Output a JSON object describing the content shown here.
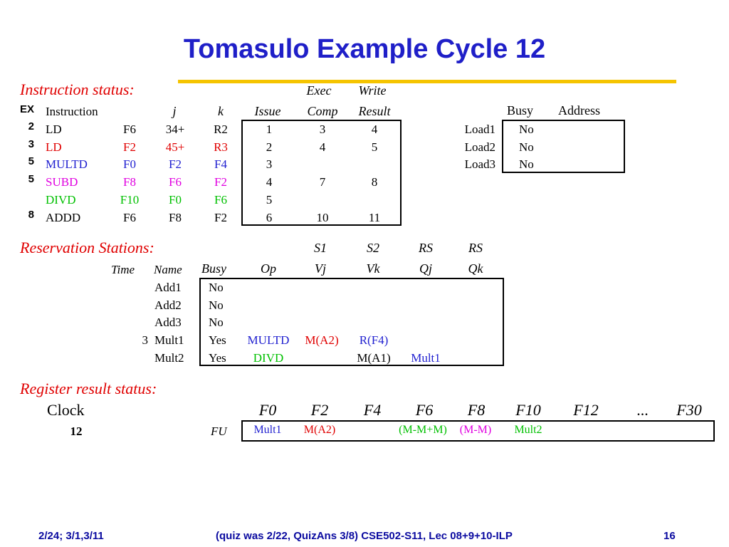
{
  "title": "Tomasulo Example Cycle 12",
  "instruction_status": {
    "label": "Instruction status:",
    "exec_label": "Exec",
    "write_label": "Write",
    "ex_label": "EX",
    "headers": {
      "instruction": "Instruction",
      "j": "j",
      "k": "k",
      "issue": "Issue",
      "comp": "Comp",
      "result": "Result"
    },
    "rows": [
      {
        "ex": "2",
        "op": "LD",
        "dest": "F6",
        "j": "34+",
        "k": "R2",
        "issue": "1",
        "comp": "3",
        "result": "4",
        "color": "#000000"
      },
      {
        "ex": "3",
        "op": "LD",
        "dest": "F2",
        "j": "45+",
        "k": "R3",
        "issue": "2",
        "comp": "4",
        "result": "5",
        "color": "#e00000"
      },
      {
        "ex": "5",
        "op": "MULTD",
        "dest": "F0",
        "j": "F2",
        "k": "F4",
        "issue": "3",
        "comp": "",
        "result": "",
        "color": "#1f1fd0"
      },
      {
        "ex": "5",
        "op": "SUBD",
        "dest": "F8",
        "j": "F6",
        "k": "F2",
        "issue": "4",
        "comp": "7",
        "result": "8",
        "color": "#e000e0"
      },
      {
        "ex": "",
        "op": "DIVD",
        "dest": "F10",
        "j": "F0",
        "k": "F6",
        "issue": "5",
        "comp": "",
        "result": "",
        "color": "#00c000"
      },
      {
        "ex": "8",
        "op": "ADDD",
        "dest": "F6",
        "j": "F8",
        "k": "F2",
        "issue": "6",
        "comp": "10",
        "result": "11",
        "color": "#000000"
      }
    ]
  },
  "load_buffers": {
    "headers": {
      "busy": "Busy",
      "address": "Address"
    },
    "rows": [
      {
        "name": "Load1",
        "busy": "No",
        "address": ""
      },
      {
        "name": "Load2",
        "busy": "No",
        "address": ""
      },
      {
        "name": "Load3",
        "busy": "No",
        "address": ""
      }
    ]
  },
  "reservation_stations": {
    "label": "Reservation Stations:",
    "top_headers": {
      "s1": "S1",
      "s2": "S2",
      "rs1": "RS",
      "rs2": "RS"
    },
    "headers": {
      "time": "Time",
      "name": "Name",
      "busy": "Busy",
      "op": "Op",
      "vj": "Vj",
      "vk": "Vk",
      "qj": "Qj",
      "qk": "Qk"
    },
    "rows": [
      {
        "time": "",
        "name": "Add1",
        "busy": "No",
        "op": "",
        "vj": "",
        "vk": "",
        "qj": "",
        "qk": ""
      },
      {
        "time": "",
        "name": "Add2",
        "busy": "No",
        "op": "",
        "vj": "",
        "vk": "",
        "qj": "",
        "qk": ""
      },
      {
        "time": "",
        "name": "Add3",
        "busy": "No",
        "op": "",
        "vj": "",
        "vk": "",
        "qj": "",
        "qk": ""
      },
      {
        "time": "3",
        "name": "Mult1",
        "busy": "Yes",
        "op": "MULTD",
        "vj": "M(A2)",
        "vk": "R(F4)",
        "qj": "",
        "qk": ""
      },
      {
        "time": "",
        "name": "Mult2",
        "busy": "Yes",
        "op": "DIVD",
        "vj": "",
        "vk": "M(A1)",
        "qj": "Mult1",
        "qk": ""
      }
    ],
    "colors": {
      "multd": "#1f1fd0",
      "ma2": "#e00000",
      "rf4": "#1f1fd0",
      "divd": "#00c000",
      "mult1": "#1f1fd0"
    }
  },
  "register_status": {
    "label": "Register result status:",
    "clock_label": "Clock",
    "clock_value": "12",
    "fu_label": "FU",
    "registers": [
      "F0",
      "F2",
      "F4",
      "F6",
      "F8",
      "F10",
      "F12",
      "...",
      "F30"
    ],
    "fu_values": [
      {
        "text": "Mult1",
        "color": "#1f1fd0"
      },
      {
        "text": "M(A2)",
        "color": "#e00000"
      },
      {
        "text": "",
        "color": "#000000"
      },
      {
        "text": "(M-M+M)",
        "color": "#00c000"
      },
      {
        "text": "(M-M)",
        "color": "#e000e0"
      },
      {
        "text": "Mult2",
        "color": "#00c000"
      },
      {
        "text": "",
        "color": "#000000"
      },
      {
        "text": "",
        "color": "#000000"
      },
      {
        "text": "",
        "color": "#000000"
      }
    ]
  },
  "footer": {
    "left": "2/24; 3/1,3/11",
    "center": "(quiz was 2/22, QuizAns 3/8)  CSE502-S11, Lec 08+9+10-ILP",
    "page": "16"
  },
  "colors": {
    "title": "#1f1fc8",
    "section_label": "#e00000",
    "rule": "#f5c400",
    "footer": "#0b0ba0"
  }
}
